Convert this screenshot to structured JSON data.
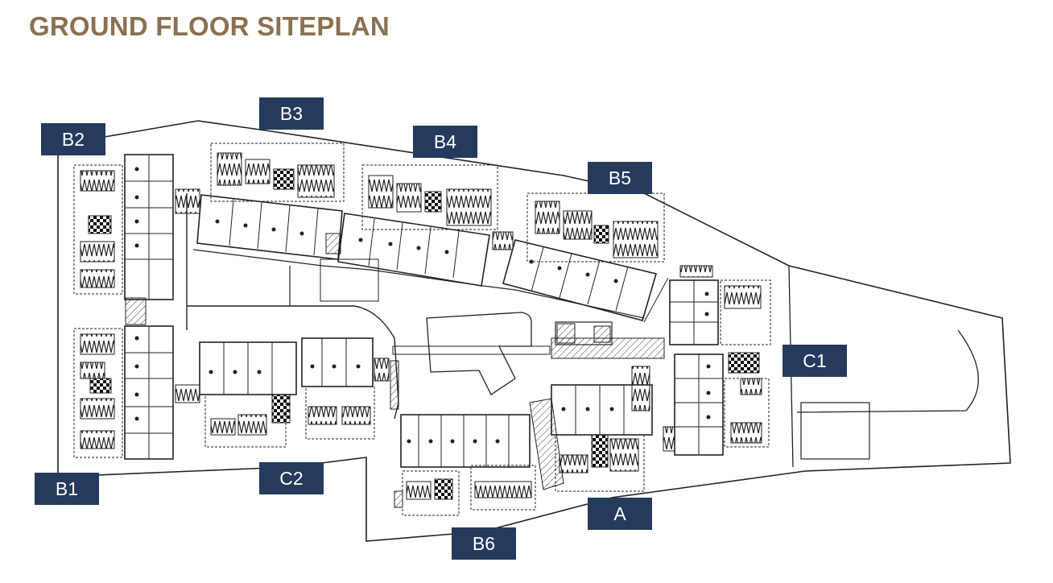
{
  "page_title": "GROUND FLOOR SITEPLAN",
  "colors": {
    "title": "#8a7150",
    "label_bg": "#253a5c",
    "label_text": "#ffffff",
    "linework": "#222222"
  },
  "labels": {
    "b1": "B1",
    "b2": "B2",
    "b3": "B3",
    "b4": "B4",
    "b5": "B5",
    "b6": "B6",
    "c1": "C1",
    "c2": "C2",
    "a": "A"
  }
}
